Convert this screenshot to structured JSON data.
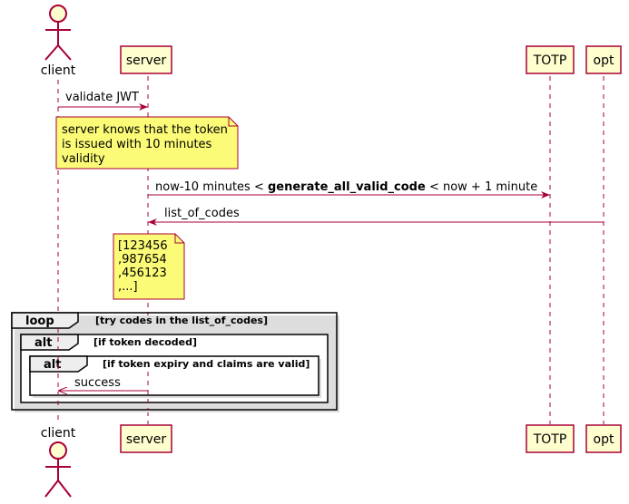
{
  "participants": [
    {
      "id": "client",
      "label": "client",
      "kind": "actor"
    },
    {
      "id": "server",
      "label": "server",
      "kind": "box"
    },
    {
      "id": "totp",
      "label": "TOTP",
      "kind": "box"
    },
    {
      "id": "opt",
      "label": "opt",
      "kind": "box"
    }
  ],
  "messages": [
    {
      "label": "validate JWT"
    },
    {
      "prefix": "now-10 minutes < ",
      "bold": "generate_all_valid_code",
      "suffix": " < now + 1 minute"
    },
    {
      "label": "list_of_codes"
    },
    {
      "label": "success"
    }
  ],
  "notes": [
    {
      "lines": [
        "server knows that the token",
        "is issued with 10 minutes",
        "validity"
      ]
    },
    {
      "lines": [
        "[123456",
        ",987654",
        ",456123",
        ",...]"
      ]
    }
  ],
  "fragments": [
    {
      "keyword": "loop",
      "condition": "[try codes in the list_of_codes]"
    },
    {
      "keyword": "alt",
      "condition": "[if token decoded]"
    },
    {
      "keyword": "alt",
      "condition": "[if token expiry and claims are valid]"
    }
  ],
  "colors": {
    "line": "#A80036",
    "box_fill": "#FEFECE",
    "note_fill": "#FBFB77",
    "note_border": "#A80036",
    "frag_border": "#000000",
    "frag_fill": "#EEEEEE"
  }
}
